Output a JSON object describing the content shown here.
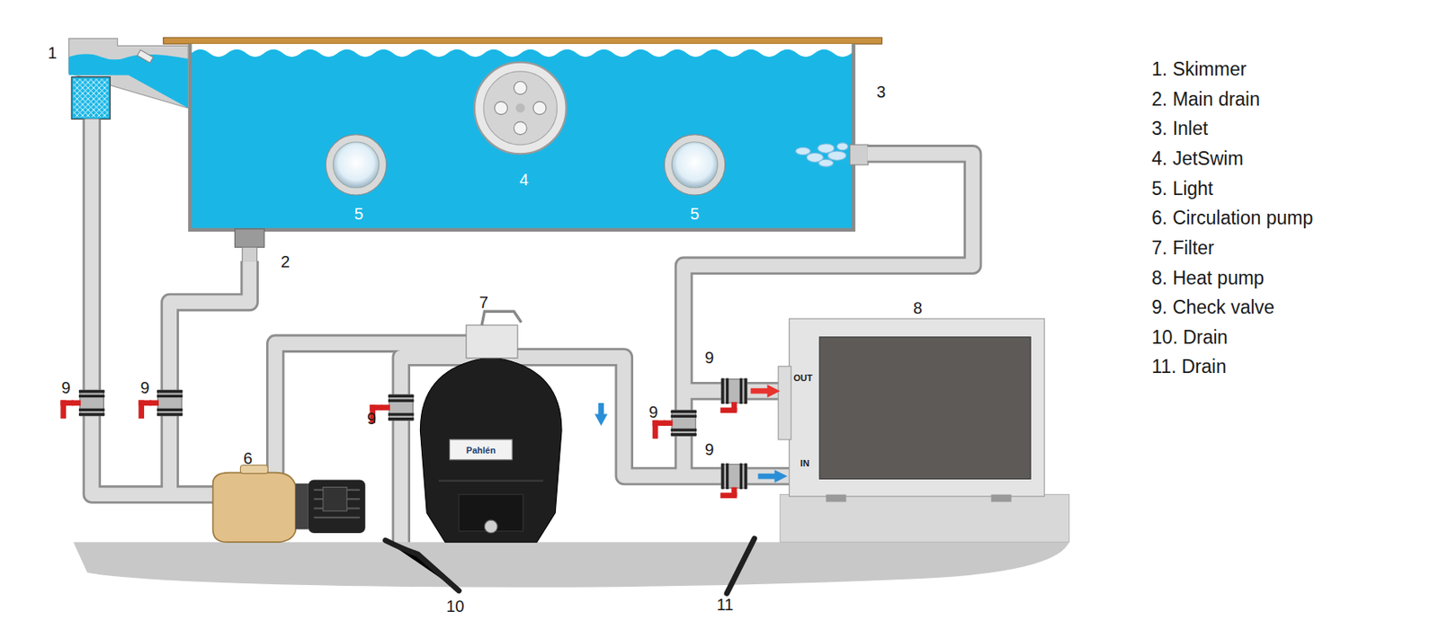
{
  "diagram": {
    "labels": [
      "1",
      "2",
      "3",
      "4",
      "5",
      "5",
      "6",
      "7",
      "8",
      "9",
      "9",
      "9",
      "9",
      "9",
      "9",
      "10",
      "11",
      "OUT",
      "IN",
      "Pahlén",
      "1. Skimmer",
      "2. Main drain",
      "3. Inlet",
      "4. JetSwim",
      "5. Light",
      "6. Circulation pump",
      "7. Filter",
      "8. Heat pump",
      "9. Check valve",
      "10. Drain",
      "11. Drain"
    ]
  }
}
